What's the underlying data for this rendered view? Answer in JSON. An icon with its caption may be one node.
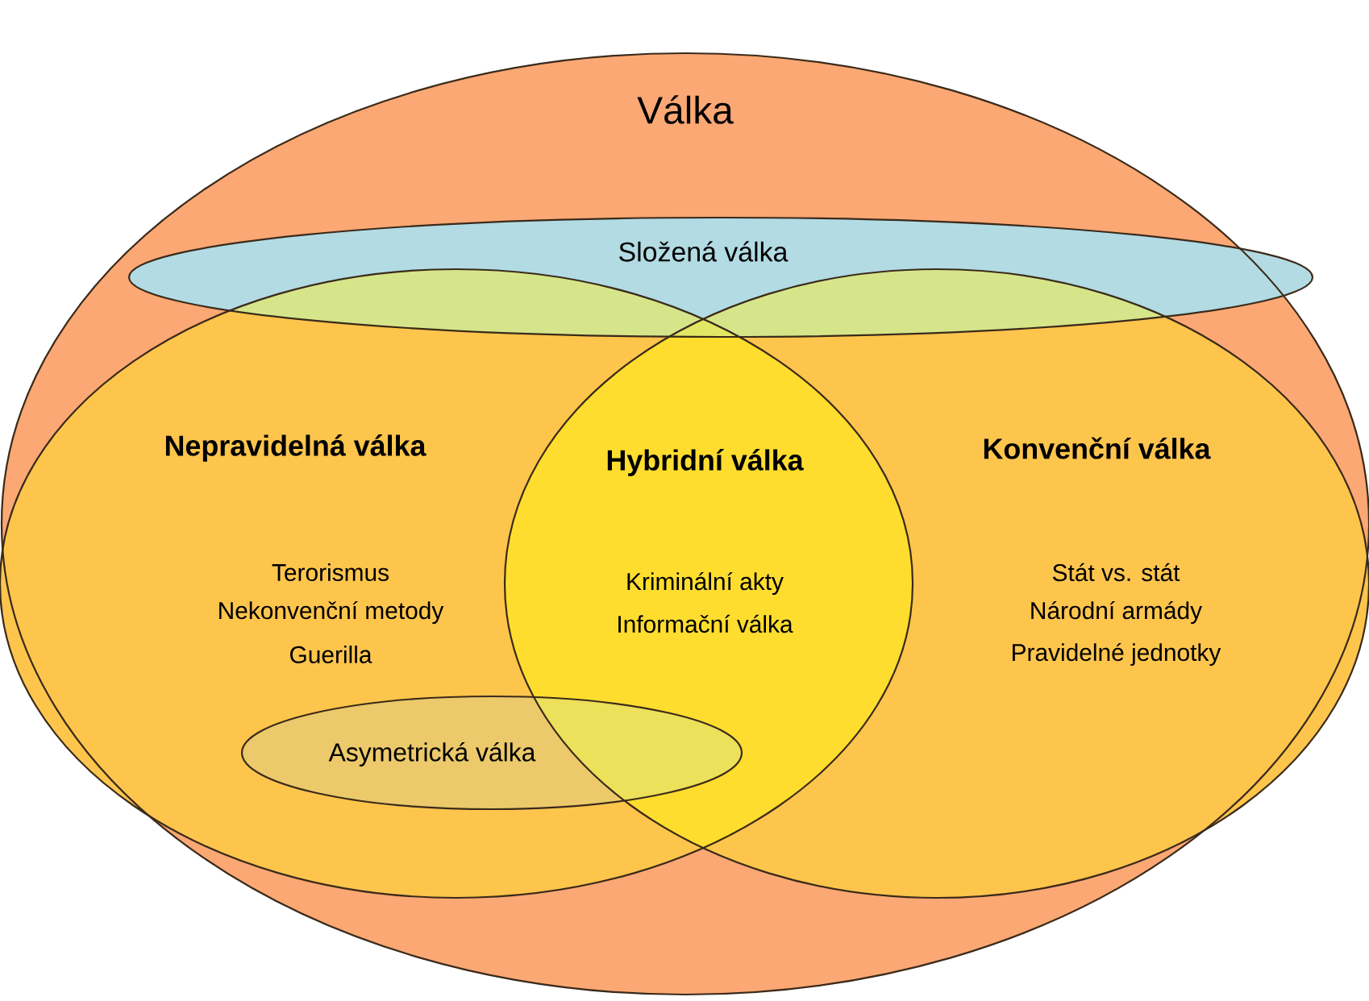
{
  "diagram": {
    "nodes": [
      {
        "text": [
          "Válka"
        ]
      },
      {
        "text": [
          "Složená válka"
        ],
        "in": 0
      },
      {
        "text": [
          "Nepravidelná válka",
          "Terorismus",
          "Nekonvenční metody",
          "Guerilla"
        ],
        "in": 0
      },
      {
        "text": [
          "Konvenční válka",
          "Stát vs. stát",
          "Národní armády",
          "Pravidelné jednotky"
        ],
        "in": 0
      },
      {
        "text": [
          "Asymetrická válka"
        ],
        "in": 2
      }
    ],
    "labels": [
      "Hybridní válka",
      "Kriminální akty",
      "Informační válka"
    ]
  }
}
